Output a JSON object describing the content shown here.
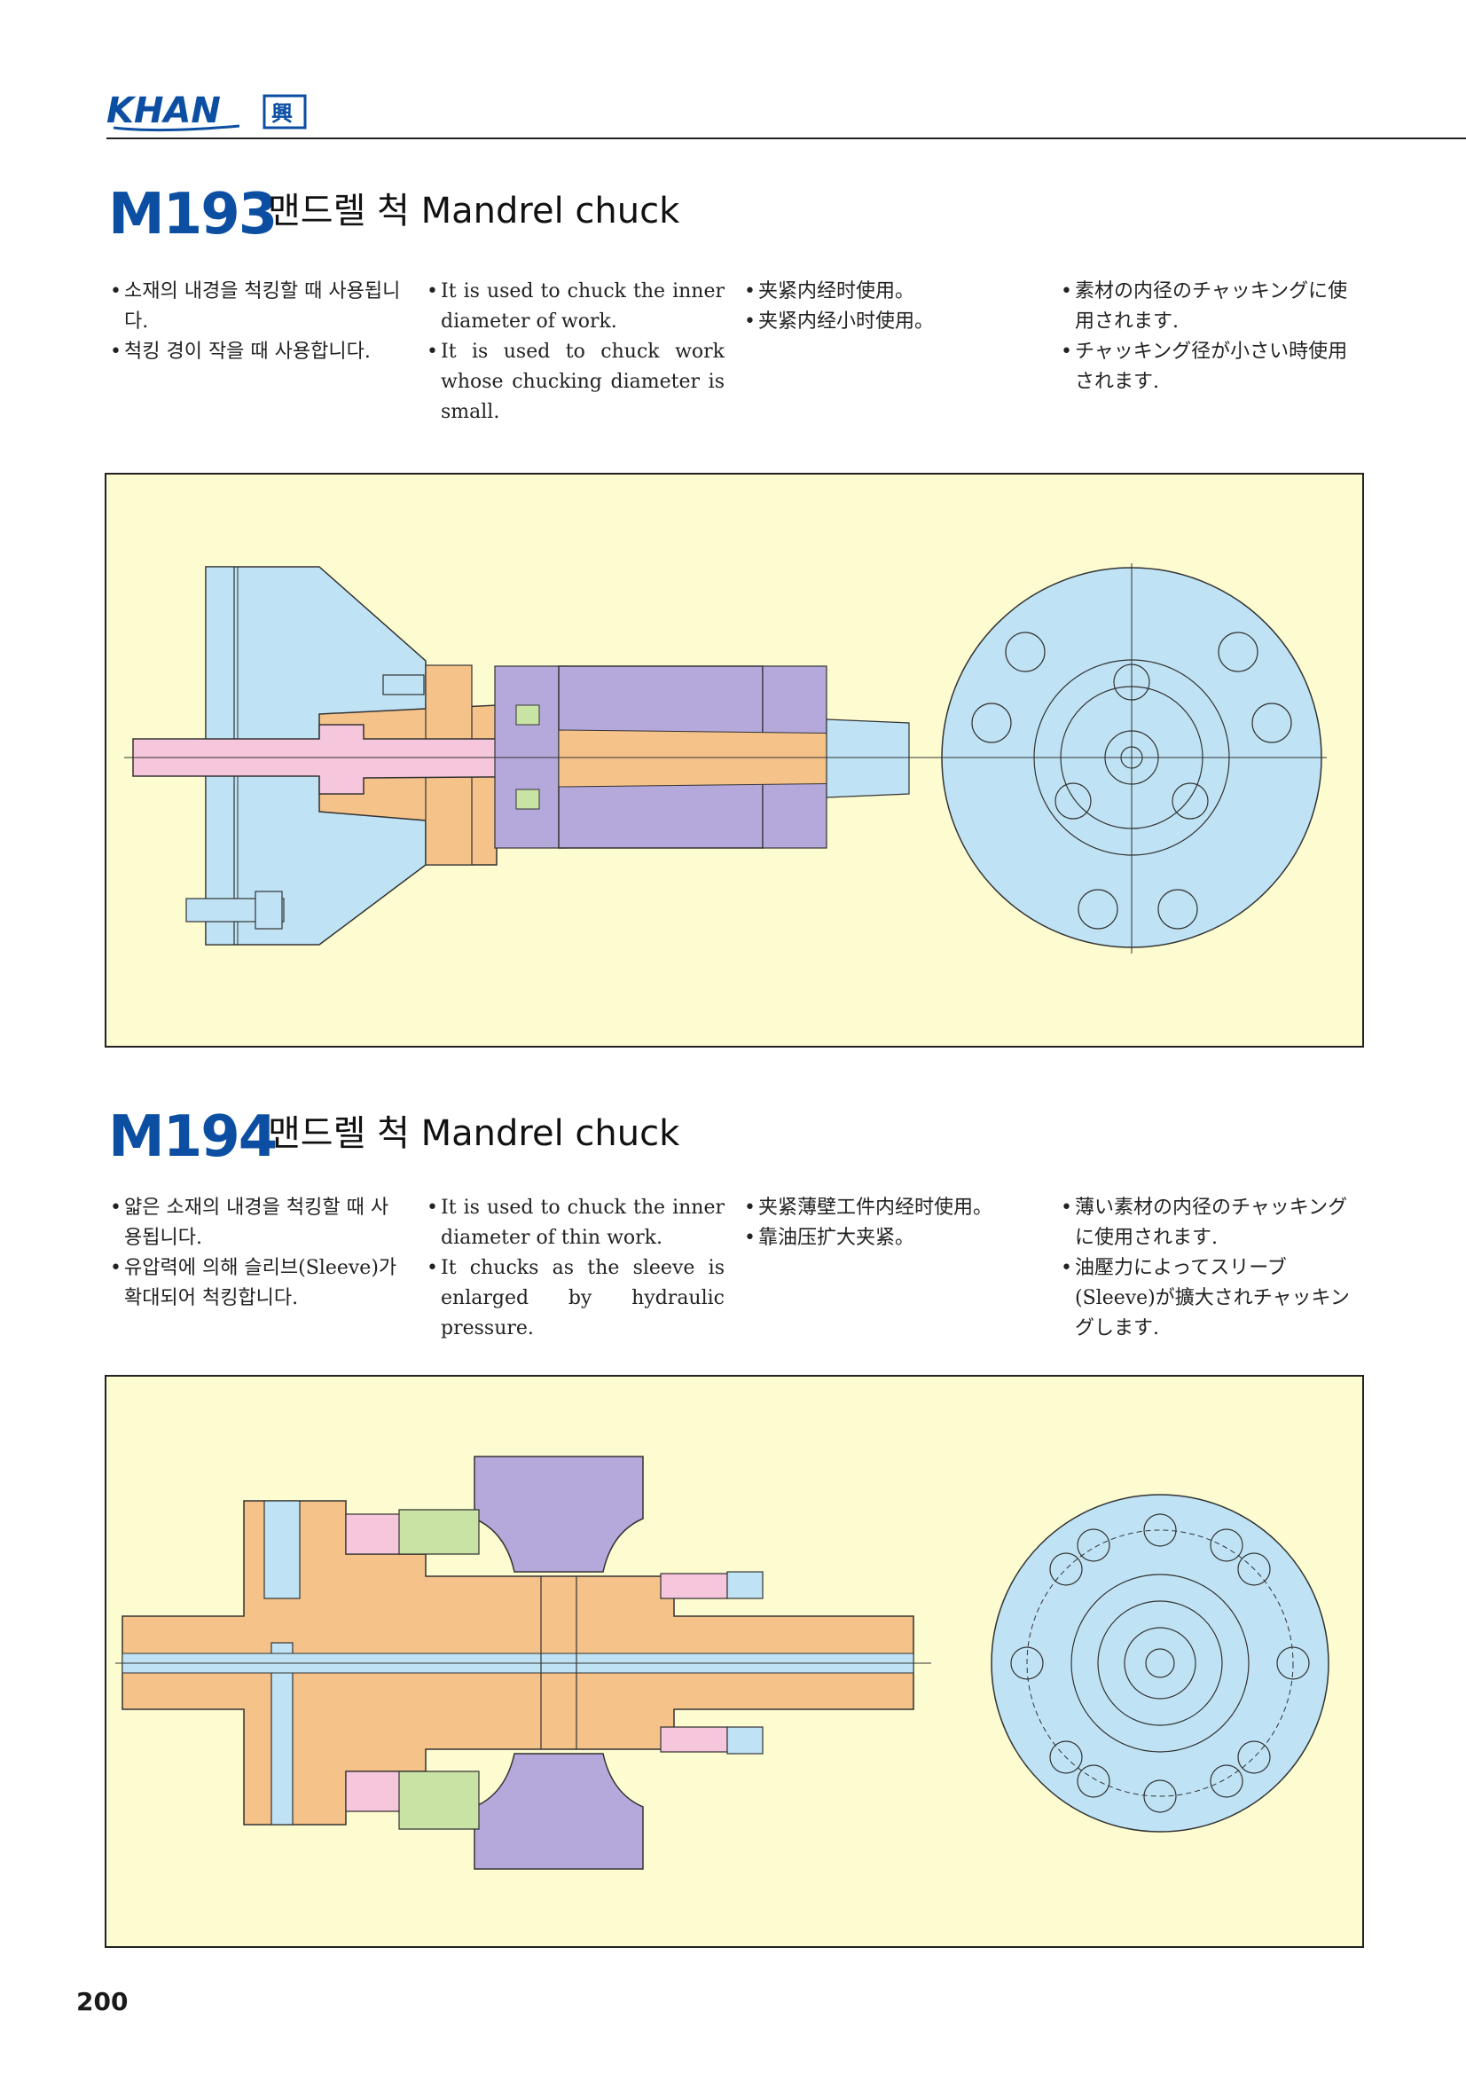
{
  "header": {
    "logo_text": "KHAN",
    "logo_mark": "興"
  },
  "sections": [
    {
      "code": "M193",
      "title": "맨드렐 척 Mandrel chuck",
      "ko": [
        "소재의 내경을 척킹할 때 사용됩니다.",
        "척킹 경이 작을 때 사용합니다."
      ],
      "en": [
        "It is used to chuck the inner diameter of work.",
        "It is used to chuck work whose chucking diameter is small."
      ],
      "zh": [
        "夹紧内经时使用。",
        "夹紧内经小时使用。"
      ],
      "ja": [
        "素材の内径のチャッキングに使用されます.",
        "チャッキング径が小さい時使用されます."
      ]
    },
    {
      "code": "M194",
      "title": "맨드렐 척 Mandrel chuck",
      "ko": [
        "얇은 소재의 내경을 척킹할 때 사용됩니다.",
        "유압력에 의해 슬리브(Sleeve)가 확대되어 척킹합니다."
      ],
      "en": [
        "It is used to chuck the inner diameter of thin work.",
        "It chucks as the sleeve is enlarged by hydraulic pressure."
      ],
      "zh": [
        "夹紧薄壁工件内经时使用。",
        "靠油压扩大夹紧。"
      ],
      "ja": [
        "薄い素材の内径のチャッキングに使用されます.",
        "油壓力によってスリーブ(Sleeve)が擴大されチャッキングします."
      ]
    }
  ],
  "page_number": "200",
  "colors": {
    "brand": "#0b4ea2",
    "drawing_bg": "#fdfbd0",
    "housing_blue": "#bfe3f5",
    "body_orange": "#f5c28a",
    "shaft_pink": "#f6c6dc",
    "sleeve_purple": "#b5a9dc",
    "green": "#c9e3a5"
  }
}
